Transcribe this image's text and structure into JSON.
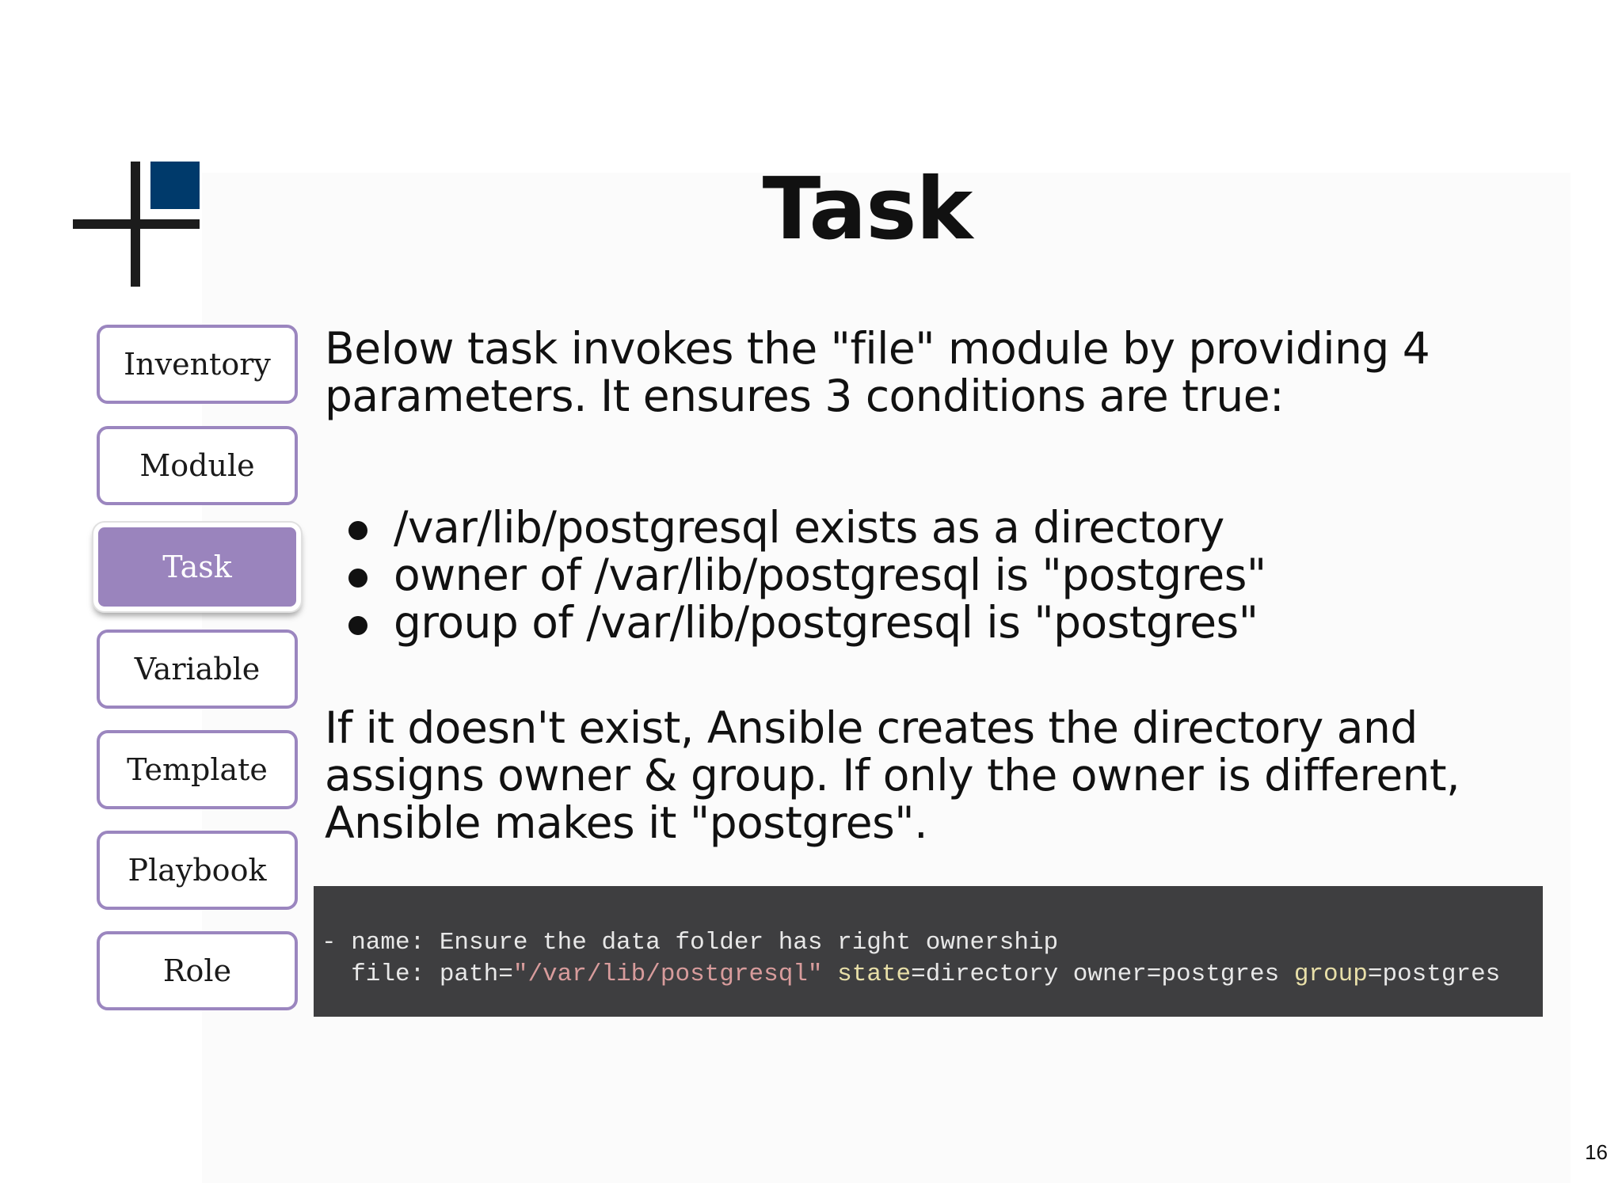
{
  "slide": {
    "title": "Task",
    "page_number": "16"
  },
  "nav": {
    "items": [
      {
        "label": "Inventory",
        "active": false
      },
      {
        "label": "Module",
        "active": false
      },
      {
        "label": "Task",
        "active": true
      },
      {
        "label": "Variable",
        "active": false
      },
      {
        "label": "Template",
        "active": false
      },
      {
        "label": "Playbook",
        "active": false
      },
      {
        "label": "Role",
        "active": false
      }
    ],
    "accent_color": "#9a84bd"
  },
  "body": {
    "intro_line1": "Below task invokes the \"file\" module by providing 4",
    "intro_line2": "parameters. It ensures 3 conditions are true:",
    "bullets": [
      "/var/lib/postgresql exists as a directory",
      "owner of /var/lib/postgresql is \"postgres\"",
      "group of /var/lib/postgresql is \"postgres\""
    ],
    "outro_line1": "If it doesn't exist, Ansible creates the directory and",
    "outro_line2": "assigns owner & group. If only the owner is different,",
    "outro_line3": "Ansible makes it \"postgres\"."
  },
  "code": {
    "line1": "- name: Ensure the data folder has right ownership",
    "line2_prefix": "  file: path=",
    "line2_path": "\"/var/lib/postgresql\"",
    "line2_space": " ",
    "line2_state_key": "state",
    "line2_middle": "=directory owner=postgres ",
    "line2_group_key": "group",
    "line2_tail": "=postgres"
  },
  "colors": {
    "logo_square": "#003a6b",
    "code_background": "#3e3e40",
    "code_string": "#d89c9c",
    "code_keyword": "#e8dfa8"
  }
}
